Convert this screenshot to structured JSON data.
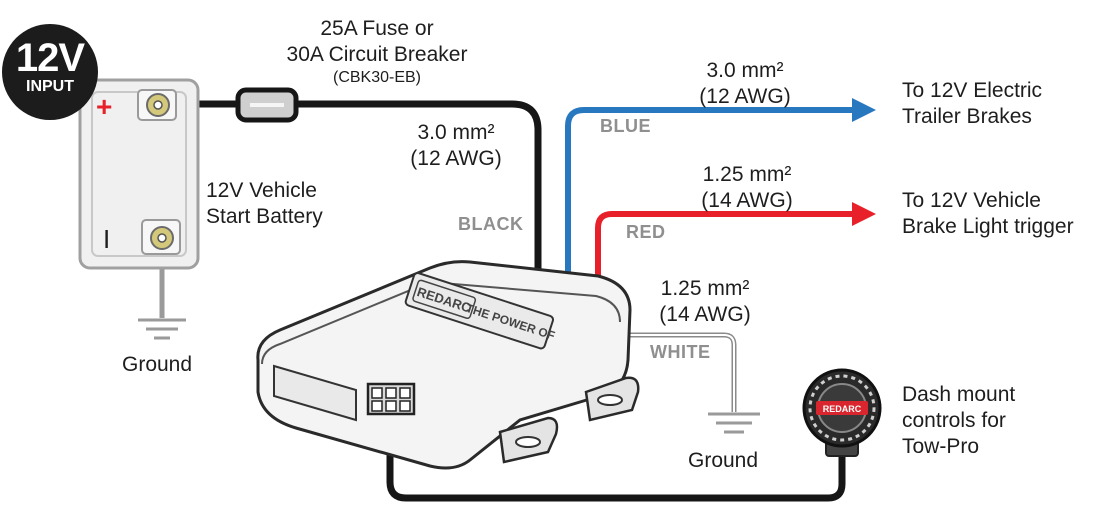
{
  "badge": {
    "voltage": "12V",
    "label": "INPUT"
  },
  "fuse": {
    "line1": "25A Fuse or",
    "line2": "30A Circuit Breaker",
    "part": "(CBK30-EB)"
  },
  "battery": {
    "line1": "12V Vehicle",
    "line2": "Start Battery",
    "plus": "+",
    "minus": "I"
  },
  "ground_battery": "Ground",
  "ground_white": "Ground",
  "wires": {
    "black": {
      "name": "BLACK",
      "size": "3.0 mm²",
      "awg": "(12 AWG)"
    },
    "blue": {
      "name": "BLUE",
      "size": "3.0 mm²",
      "awg": "(12 AWG)"
    },
    "red": {
      "name": "RED",
      "size": "1.25 mm²",
      "awg": "(14 AWG)"
    },
    "white": {
      "name": "WHITE",
      "size": "1.25 mm²",
      "awg": "(14 AWG)"
    }
  },
  "outputs": {
    "brakes": {
      "line1": "To 12V Electric",
      "line2": "Trailer Brakes"
    },
    "brake_light": {
      "line1": "To 12V Vehicle",
      "line2": "Brake Light trigger"
    }
  },
  "dash": {
    "line1": "Dash mount",
    "line2": "controls for",
    "line3": "Tow-Pro",
    "brand": "REDARC"
  },
  "device": {
    "embossed": "THE POWER OF",
    "embossed_brand": "REDARC"
  },
  "colors": {
    "blue": "#2878c0",
    "red": "#e8202a",
    "black": "#161616",
    "white_wire": "#8a8a8a",
    "label_gray": "#8f8f8f"
  }
}
